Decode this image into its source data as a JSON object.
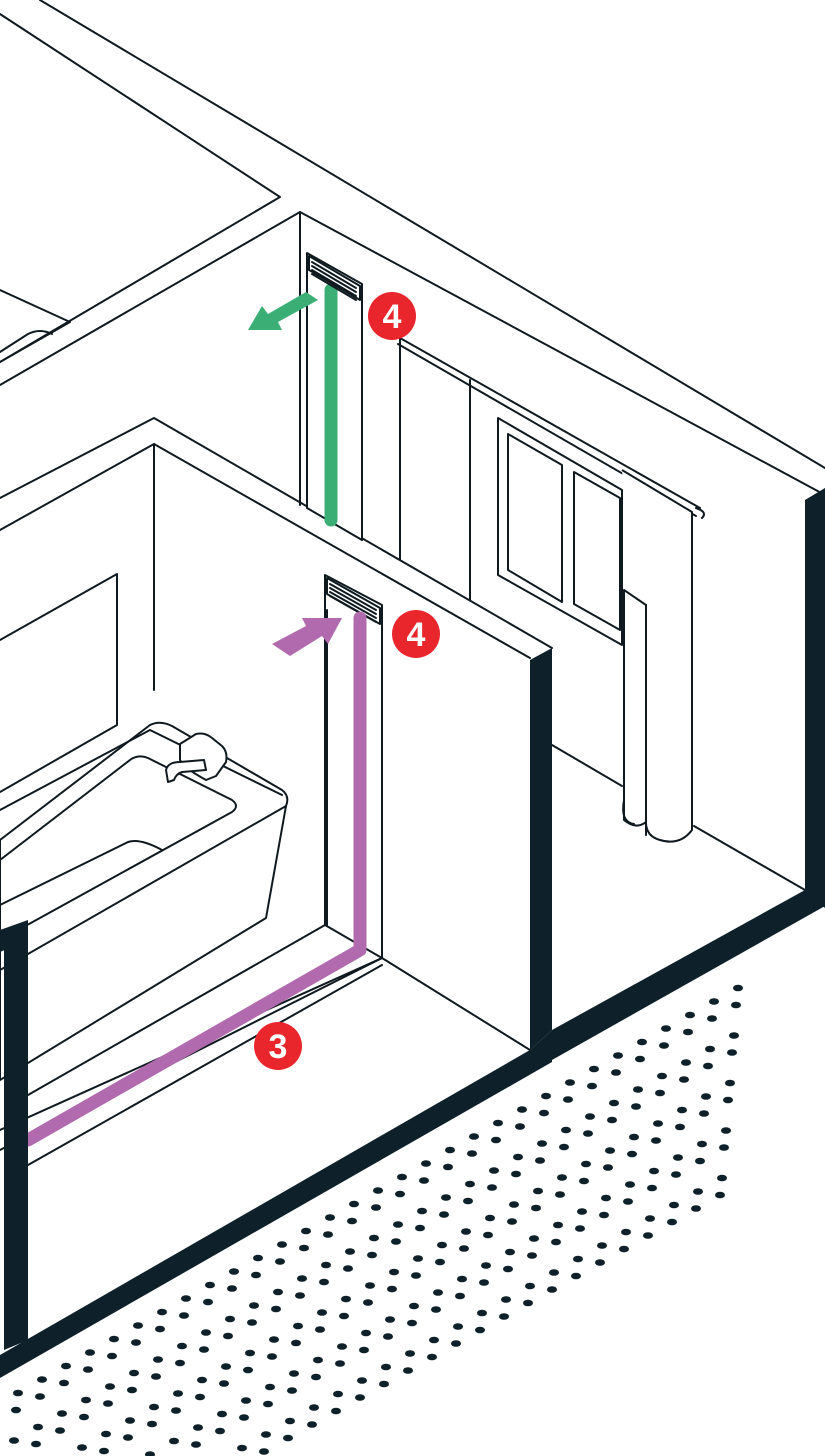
{
  "colors": {
    "outline": "#0f1a20",
    "wall_section": "#0e2029",
    "supply_duct": "#3aae74",
    "extract_duct": "#b06aad",
    "badge": "#e8262c",
    "badge_text": "#ffffff",
    "background": "#ffffff"
  },
  "markers": {
    "supply_vent_number": "4",
    "extract_vent_number": "4",
    "floor_duct_number": "3"
  },
  "icons": {
    "supply_arrow": "arrow-out-icon",
    "extract_arrow": "arrow-in-icon",
    "vent_grille": "vent-grille-icon"
  }
}
